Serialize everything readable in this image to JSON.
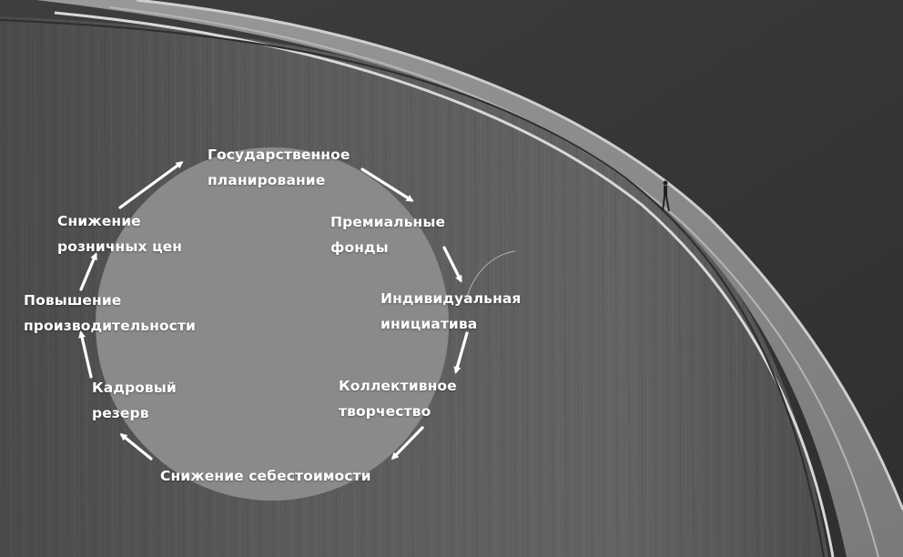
{
  "colors": {
    "sky": "#3a3a3a",
    "wall": "#5a5a5a",
    "circle": "#8a8a8a",
    "text": "#ffffff",
    "arrow": "#ffffff"
  },
  "cycle": {
    "nodes": [
      {
        "id": "gos-plan",
        "label": "Государственное\nпланирование"
      },
      {
        "id": "prem-fondy",
        "label": "Премиальные\nфонды"
      },
      {
        "id": "indiv-init",
        "label": "Индивидуальная\nинициатива"
      },
      {
        "id": "koll-tvor",
        "label": "Коллективное\nтворчество"
      },
      {
        "id": "snizh-sebest",
        "label": "Снижение себестоимости"
      },
      {
        "id": "kadr-rezerv",
        "label": "Кадровый\nрезерв"
      },
      {
        "id": "povysh-proizv",
        "label": "Повышение\nпроизводительности"
      },
      {
        "id": "snizh-tsen",
        "label": "Снижение\nрозничных цен"
      }
    ]
  }
}
